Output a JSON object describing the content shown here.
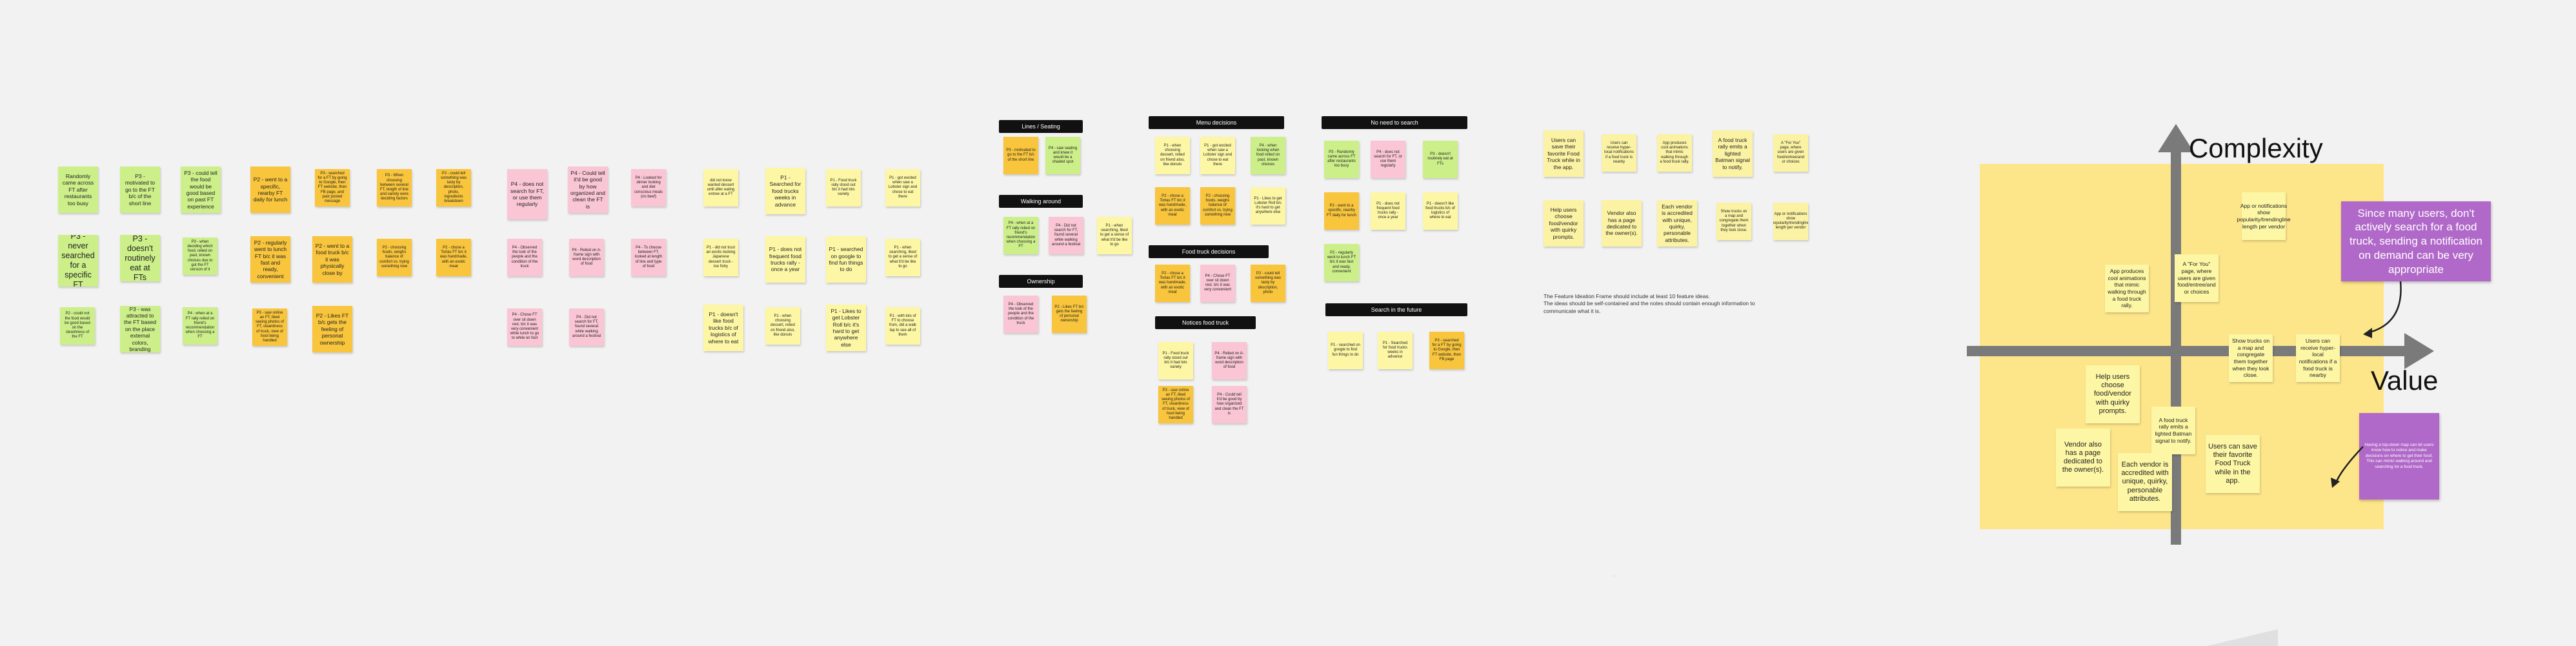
{
  "cluster_a": [
    "Randomly came across FT after restaurants too busy",
    "P3 - motivated to go to the FT b/c of the short line",
    "P3 - could tell the food would be good based on past FT experience",
    "P3 - never searched for a specific FT",
    "P3 - doesn't routinely eat at FTs",
    "P3 - when deciding which food, relied on past, known choices due to gut the FT version of it",
    "P2 - could not the food would be good based on the cleanliness of the FT",
    "P3 - was attracted to the FT based on the place external colors, branding",
    "P4 - when at a FT rally relied on friend's recommendation when choosing a FT"
  ],
  "cluster_b": [
    "P2 - went to a specific, nearby FT daily for lunch",
    "P3 - searched for a FT by going to Google, then FT website, then FB page, and past posted message",
    "P3 - When choosing between several FT, length of line and variety were deciding factors",
    "P2 - could tell something was tasty by description, photo, ingredients breakdown",
    "P2 - regularly went to lunch FT b/c it was fast and ready, convenient",
    "P2 - went to a food truck b/c it was physically close by",
    "P2 - choosing foods, weighs balance of comfort vs. trying something new",
    "P2 - chose a Tortas FT b/c it was handmade, with an exotic meat",
    "P3 - saw online an FT, liked seeing photos of FT, cleanliness of truck, view of food being handled",
    "P2 - Likes FT b/c gets the feeling of personal ownership"
  ],
  "cluster_c": [
    "P4 - does not search for FT, or use them regularly",
    "P4 - Could tell it'd be good by how organized and clean the FT is",
    "P4 - Looked for dinner looking and diet conscious meals (no beef)",
    "P4 - Observed the look of the people and the condition of the truck",
    "P4 - Relied on A-frame sign with word description of food",
    "P4 - To choose between FT, looked at length of line and type of food",
    "P4 - Chose FT over sit down rest. b/c it was very convenient while lunch to go to while on foot",
    "P4 - Did not search for FT, found several while walking around a festival"
  ],
  "cluster_d": [
    "did not know wanted dessert until after eating entree at a FT",
    "P1 - Searched for food trucks weeks in advance",
    "P1 - Food truck rally stood out b/c it had lots variety",
    "P1 - got excited when saw a Lobster sign and chose to eat there",
    "P1 - did not trust an exotic-looking Japanese dessert truck - too fishy",
    "P1 - does not frequent food trucks rally - once a year",
    "P1 - searched on google to find fun things to do",
    "P1 - when searching, liked to get a sense of what it'd be like to go",
    "P1 - doesn't like food trucks b/c of logistics of where to eat",
    "P1 - when choosing dessert, relied on friend also, like donuts",
    "P1 - Likes to get Lobster Roll b/c it's hard to get anywhere else",
    "P1 - with lots of FT to choose from, did a walk lap to see all of them"
  ],
  "headers": {
    "lines_seating": "Lines / Seating",
    "walking_around": "Walking around",
    "ownership": "Ownership",
    "menu_decisions": "Menu decisions",
    "food_truck_decisions": "Food truck decisions",
    "notices_food_truck": "Notices food truck",
    "no_need_to_search": "No need to search",
    "search_in_future": "Search in the future"
  },
  "lines_seating": [
    "P3 - motivated to go to the FT b/c of the short line",
    "P4 - saw seating and knew it would be a shaded spot"
  ],
  "walking_around": [
    "P4 - when at a FT rally relied on friend's recommendation when choosing a FT",
    "P4 - Did not search for FT, found several while walking around a festival",
    "P1 - when searching, liked to get a sense of what it'd be like to go"
  ],
  "ownership": [
    "P4 - Observed the look of the people and the condition of the truck",
    "P2 - Likes FT b/c gets the feeling of personal ownership"
  ],
  "menu_decisions": [
    "P1 - when choosing dessert, relied on friend also, like donuts",
    "P1 - got excited when saw a Lobster sign and chose to eat there",
    "P4 - when looking when food relied on past, known choices",
    "P2 - chose a Tortas FT b/c it was handmade, with an exotic meat",
    "P2 - choosing foods, weighs balance of comfort vs. trying something new",
    "P1 - Likes to get Lobster Roll b/c it's hard to get anywhere else"
  ],
  "food_truck_decisions": [
    "P2 - chose a Tortas FT b/c it was handmade, with an exotic meat",
    "P4 - Chose FT over sit down rest. b/c it was very convenient",
    "P2 - could tell something was tasty by description, photo"
  ],
  "notices_food_truck": [
    "P1 - Food truck rally stood out b/c it had lots variety",
    "P4 - Relied on A-frame sign with word description of food",
    "P3 - saw online an FT, liked seeing photos of FT, cleanliness of truck, view of food being handled",
    "P4 - Could tell it'd be good by how organized and clean the FT is"
  ],
  "no_need_to_search": [
    "P3 - Randomly came across FT after restaurants too busy",
    "P4 - does not search for FT, or use them regularly",
    "P3 - doesn't routinely eat at FTs",
    "P2 - went to a specific, nearby FT daily for lunch",
    "P1 - does not frequent food trucks rally - once a year",
    "P1 - doesn't like food trucks b/c of logistics of where to eat",
    "P2 - regularly went to lunch FT b/c it was fast and ready, convenient"
  ],
  "search_in_future": [
    "P1 - searched on google to find fun things to do",
    "P1 - Searched for food trucks weeks in advance",
    "P3 - searched for a FT by going to Google, then FT website, then FB page"
  ],
  "ideas": [
    "Users can save their favorite Food Truck while in the app.",
    "Users can receive hyper-local notifications if a food truck is nearby",
    "App produces cool animations that mimic walking through a food truck rally.",
    "A food truck rally emits a lighted Batman signal to notify.",
    "A \"For You\" page, where users are given food/entree/and or choices",
    "Help users choose food/vendor with quirky prompts.",
    "Vendor also has a page dedicated to the owner(s).",
    "Each vendor is accredited with unique, quirky, personable attributes.",
    "Show trucks on a map and congregate them together when they look close.",
    "App or notifications show popularity/trendingline length per vendor"
  ],
  "ideation_note": [
    "The Feature Ideation Frame should include at least 10 feature ideas.",
    "The ideas should be self-contained and the notes should contain enough information to",
    "communicate what it is."
  ],
  "matrix": {
    "y_label": "Complexity",
    "x_label": "Value",
    "callout_main": "Since many users, don't actively search for a food truck, sending a notification on demand can be very appropriate",
    "callout_secondary": "Having a top-down map can let users know how to notice and make decisions on where to get their food. This can mimic walking around and searching for a food truck.",
    "items": [
      "App or notifications show popularity/trendingline length per vendor",
      "App produces cool animations that mimic walking through a food truck rally.",
      "A \"For You\" page, where users are given food/entree/and or choices",
      "Show trucks on a map and congregate them together when they look close.",
      "Users can receive hyper-local notifications if a food truck is nearby",
      "Help users choose food/vendor with quirky prompts.",
      "A food truck rally emits a lighted Batman signal to notify.",
      "Vendor also has a page dedicated to the owner(s).",
      "Each vendor is accredited with unique, quirky, personable attributes.",
      "Users can save their favorite Food Truck while in the app."
    ]
  }
}
